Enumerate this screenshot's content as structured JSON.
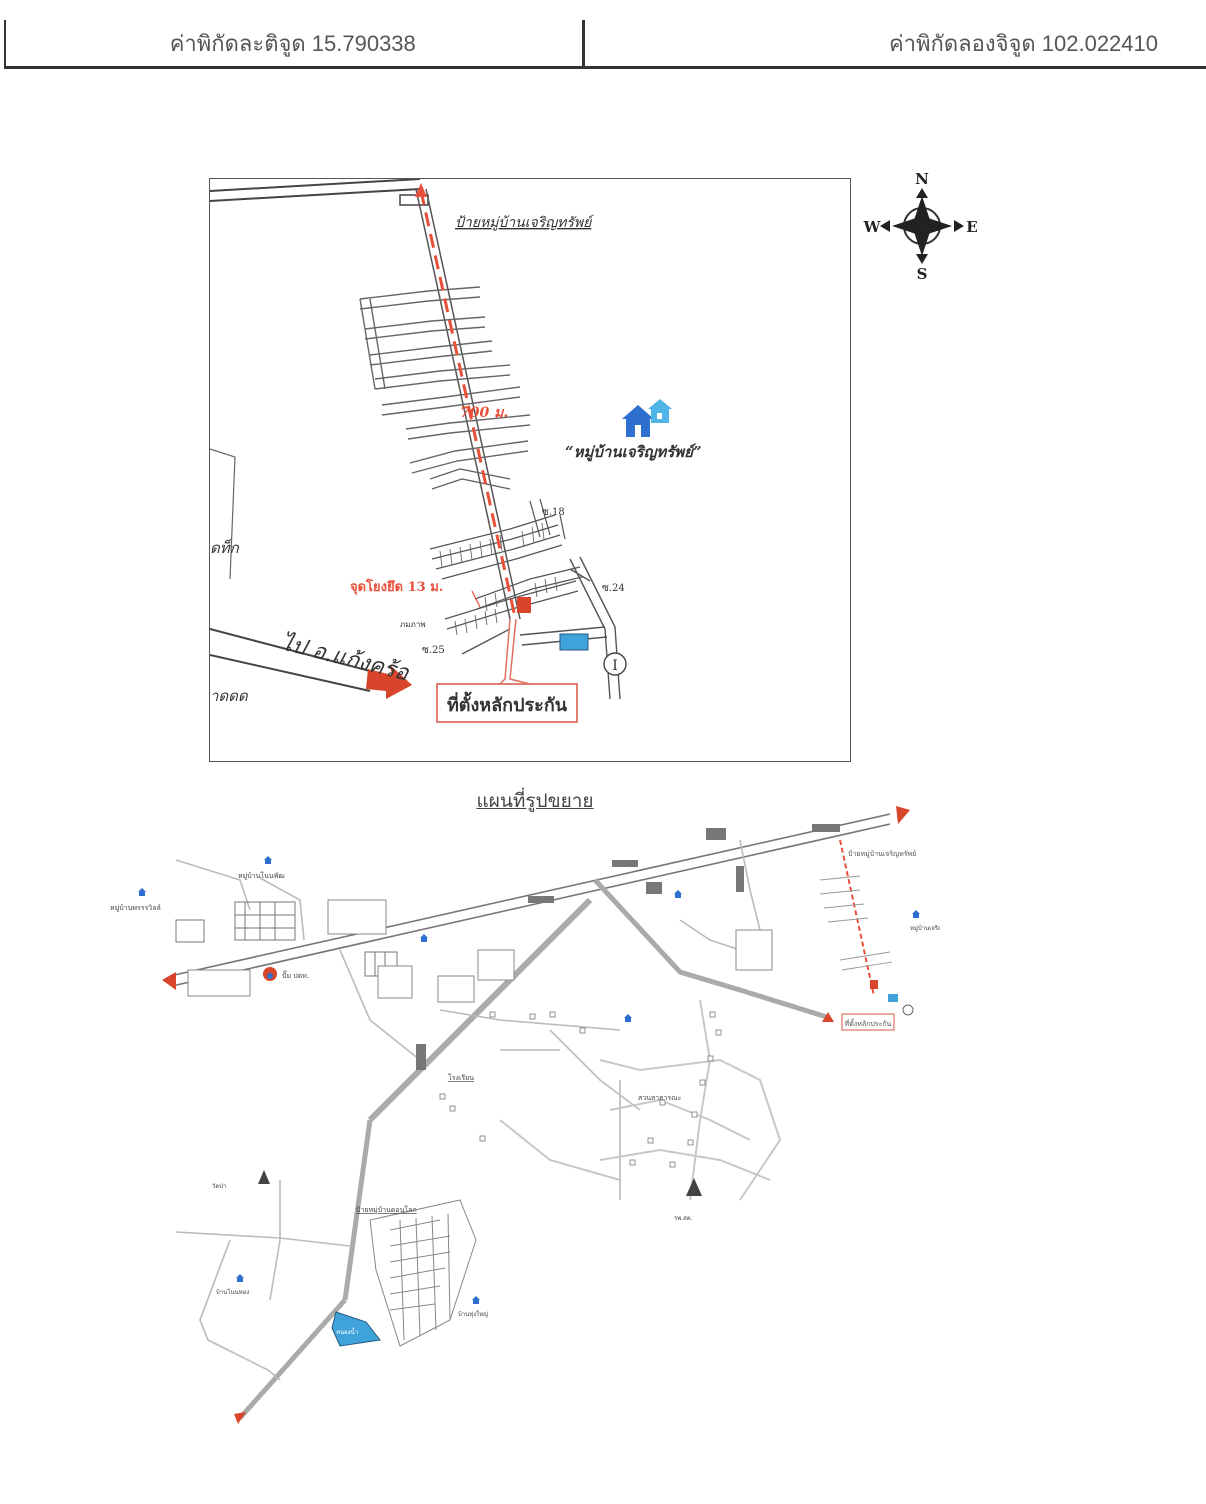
{
  "header": {
    "latitude": "ค่าพิกัดละติจูด 15.790338",
    "longitude": "ค่าพิกัดลองจิจูด 102.022410"
  },
  "compass": {
    "n": "N",
    "s": "S",
    "e": "E",
    "w": "W"
  },
  "main_map": {
    "village_gate": "ป้ายหมู่บ้านเจริญทรัพย์",
    "village_name": "“หมู่บ้านเจริญทรัพย์”",
    "distance": "700 ม.",
    "soi_18": "ซ.18",
    "soi_24": "ซ.24",
    "soi_25": "ซ.25",
    "junction": "จุดโยงยึด 13 ม.",
    "small_label": "ภมภาพ",
    "road_label": "ไป อ.แก้งคร้อ",
    "left_partial_1": "ุดท็ก",
    "left_partial_2": "าดดด",
    "pin_label": "ที่ตั้งหลักประกัน",
    "marker": "I"
  },
  "zoom_title": "แผนที่รูปขยาย",
  "zoom_map": {
    "village_1": "หมู่บ้านโนนพัฒ",
    "village_2": "หมู่บ้านพรรรวิลล์",
    "village_3": "หมู่บ้านเจริญทรัพย์",
    "pin_label": "ที่ตั้งหลักประกัน",
    "gate_label": "ป้ายหมู่บ้านเจริญทรัพย์",
    "gate_label_2": "ป้ายหมู่บ้านดอนโลก",
    "pump": "ปั๊ม ปตท.",
    "temple": "วัดป่า",
    "hospital": "รพ.สต.",
    "small_village": "บ้านโนนทอง",
    "small_village_2": "บ้านทุ่งใหญ่",
    "school": "โรงเรียน",
    "park": "สวนสาธารณะ",
    "lake": "หนองน้ำ"
  },
  "colors": {
    "route": "#e8503a",
    "pin_box": "#e07060",
    "road": "#555555",
    "house_blue": "#2f6fd0",
    "house_light": "#4fb4e6",
    "lake": "#3fa2db",
    "arrow_red": "#d8452a"
  },
  "icons": [
    "compass-rose-icon",
    "house-icon",
    "red-arrow-icon",
    "pin-marker-icon"
  ]
}
